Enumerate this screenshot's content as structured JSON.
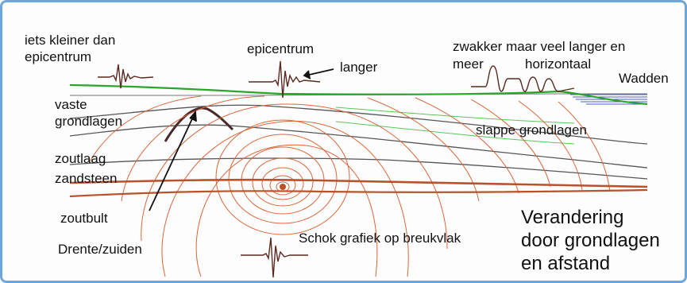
{
  "labels": {
    "small_epicenter_line1": "iets kleiner dan",
    "small_epicenter_line2": "epicentrum",
    "epicenter": "epicentrum",
    "longer": "langer",
    "weaker_line1": "zwakker maar veel langer en",
    "weaker_line2_a": "meer",
    "weaker_line2_b": "horizontaal",
    "wadden": "Wadden",
    "solid_line1": "vaste",
    "solid_line2": "grondlagen",
    "soft_layers": "slappe grondlagen",
    "salt_layer": "zoutlaag",
    "sandstone": "zandsteen",
    "salt_dome": "zoutbult",
    "drenthe": "Drente/zuiden",
    "shock_graph": "Schok grafiek op breukvlak",
    "change_line1": "Verandering",
    "change_line2": "door grondlagen",
    "change_line3": "en afstand"
  },
  "colors": {
    "surface_line": "#2aa52a",
    "wave_rings": "#d9663a",
    "sandstone_layer": "#b8522a",
    "layer_lines": "#555555",
    "wadden_water": "#4a5fc4",
    "seismogram": "#5a2a22",
    "frame_border": "#6fa6d9"
  }
}
